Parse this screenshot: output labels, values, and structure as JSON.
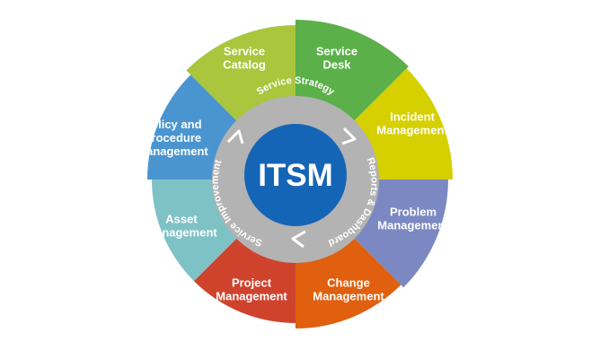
{
  "center": {
    "label": "ITSM",
    "color": "#1565b6"
  },
  "ring": {
    "color": "#b3b3b3",
    "labels": [
      "Service Strategy",
      "Reports & Dashboard",
      "Service Improvement"
    ]
  },
  "segments": [
    {
      "lines": [
        "Service",
        "Desk"
      ],
      "color": "#5bb04a"
    },
    {
      "lines": [
        "Incident",
        "Management"
      ],
      "color": "#d6d000"
    },
    {
      "lines": [
        "Problem",
        "Management"
      ],
      "color": "#7b88c2"
    },
    {
      "lines": [
        "Change",
        "Management"
      ],
      "color": "#e0600f"
    },
    {
      "lines": [
        "Project",
        "Management"
      ],
      "color": "#cf432d"
    },
    {
      "lines": [
        "Asset",
        "Management"
      ],
      "color": "#7fc2c6"
    },
    {
      "lines": [
        "Policy and",
        "Procedure",
        "Management"
      ],
      "color": "#4a95cf"
    },
    {
      "lines": [
        "Service",
        "Catalog"
      ],
      "color": "#a9c63d"
    }
  ]
}
